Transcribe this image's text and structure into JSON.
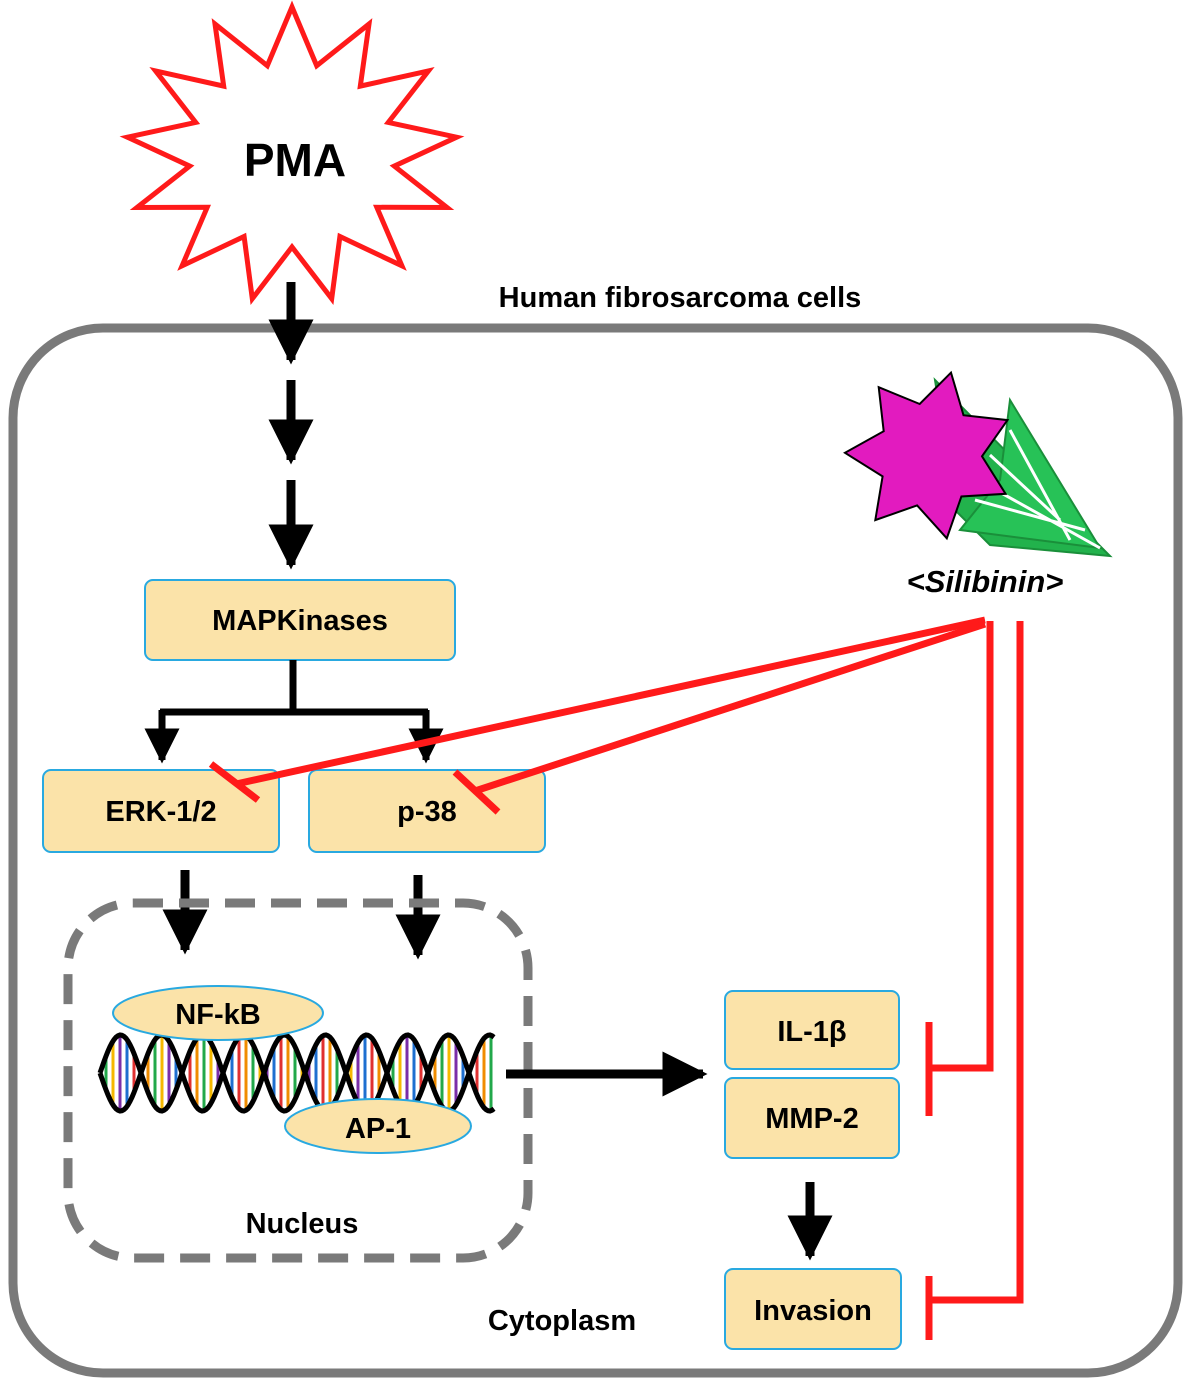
{
  "stimulus": {
    "label": "PMA"
  },
  "cell": {
    "label": "Human fibrosarcoma cells",
    "cytoplasm_label": "Cytoplasm"
  },
  "nucleus": {
    "label": "Nucleus",
    "tf1": "NF-kB",
    "tf2": "AP-1"
  },
  "drug": {
    "label": "<Silibinin>"
  },
  "nodes": {
    "mapk": "MAPKinases",
    "erk": "ERK-1/2",
    "p38": "p-38",
    "il1b": "IL-1β",
    "mmp2": "MMP-2",
    "invasion": "Invasion"
  },
  "colors": {
    "activation": "#000000",
    "inhibition": "#ff1a1a",
    "node_fill": "#fbe3a9",
    "node_border": "#29a9e0",
    "cell_border": "#7a7a7a",
    "star_fill": "#e21bbf",
    "leaf_fill": "#22b24c"
  }
}
